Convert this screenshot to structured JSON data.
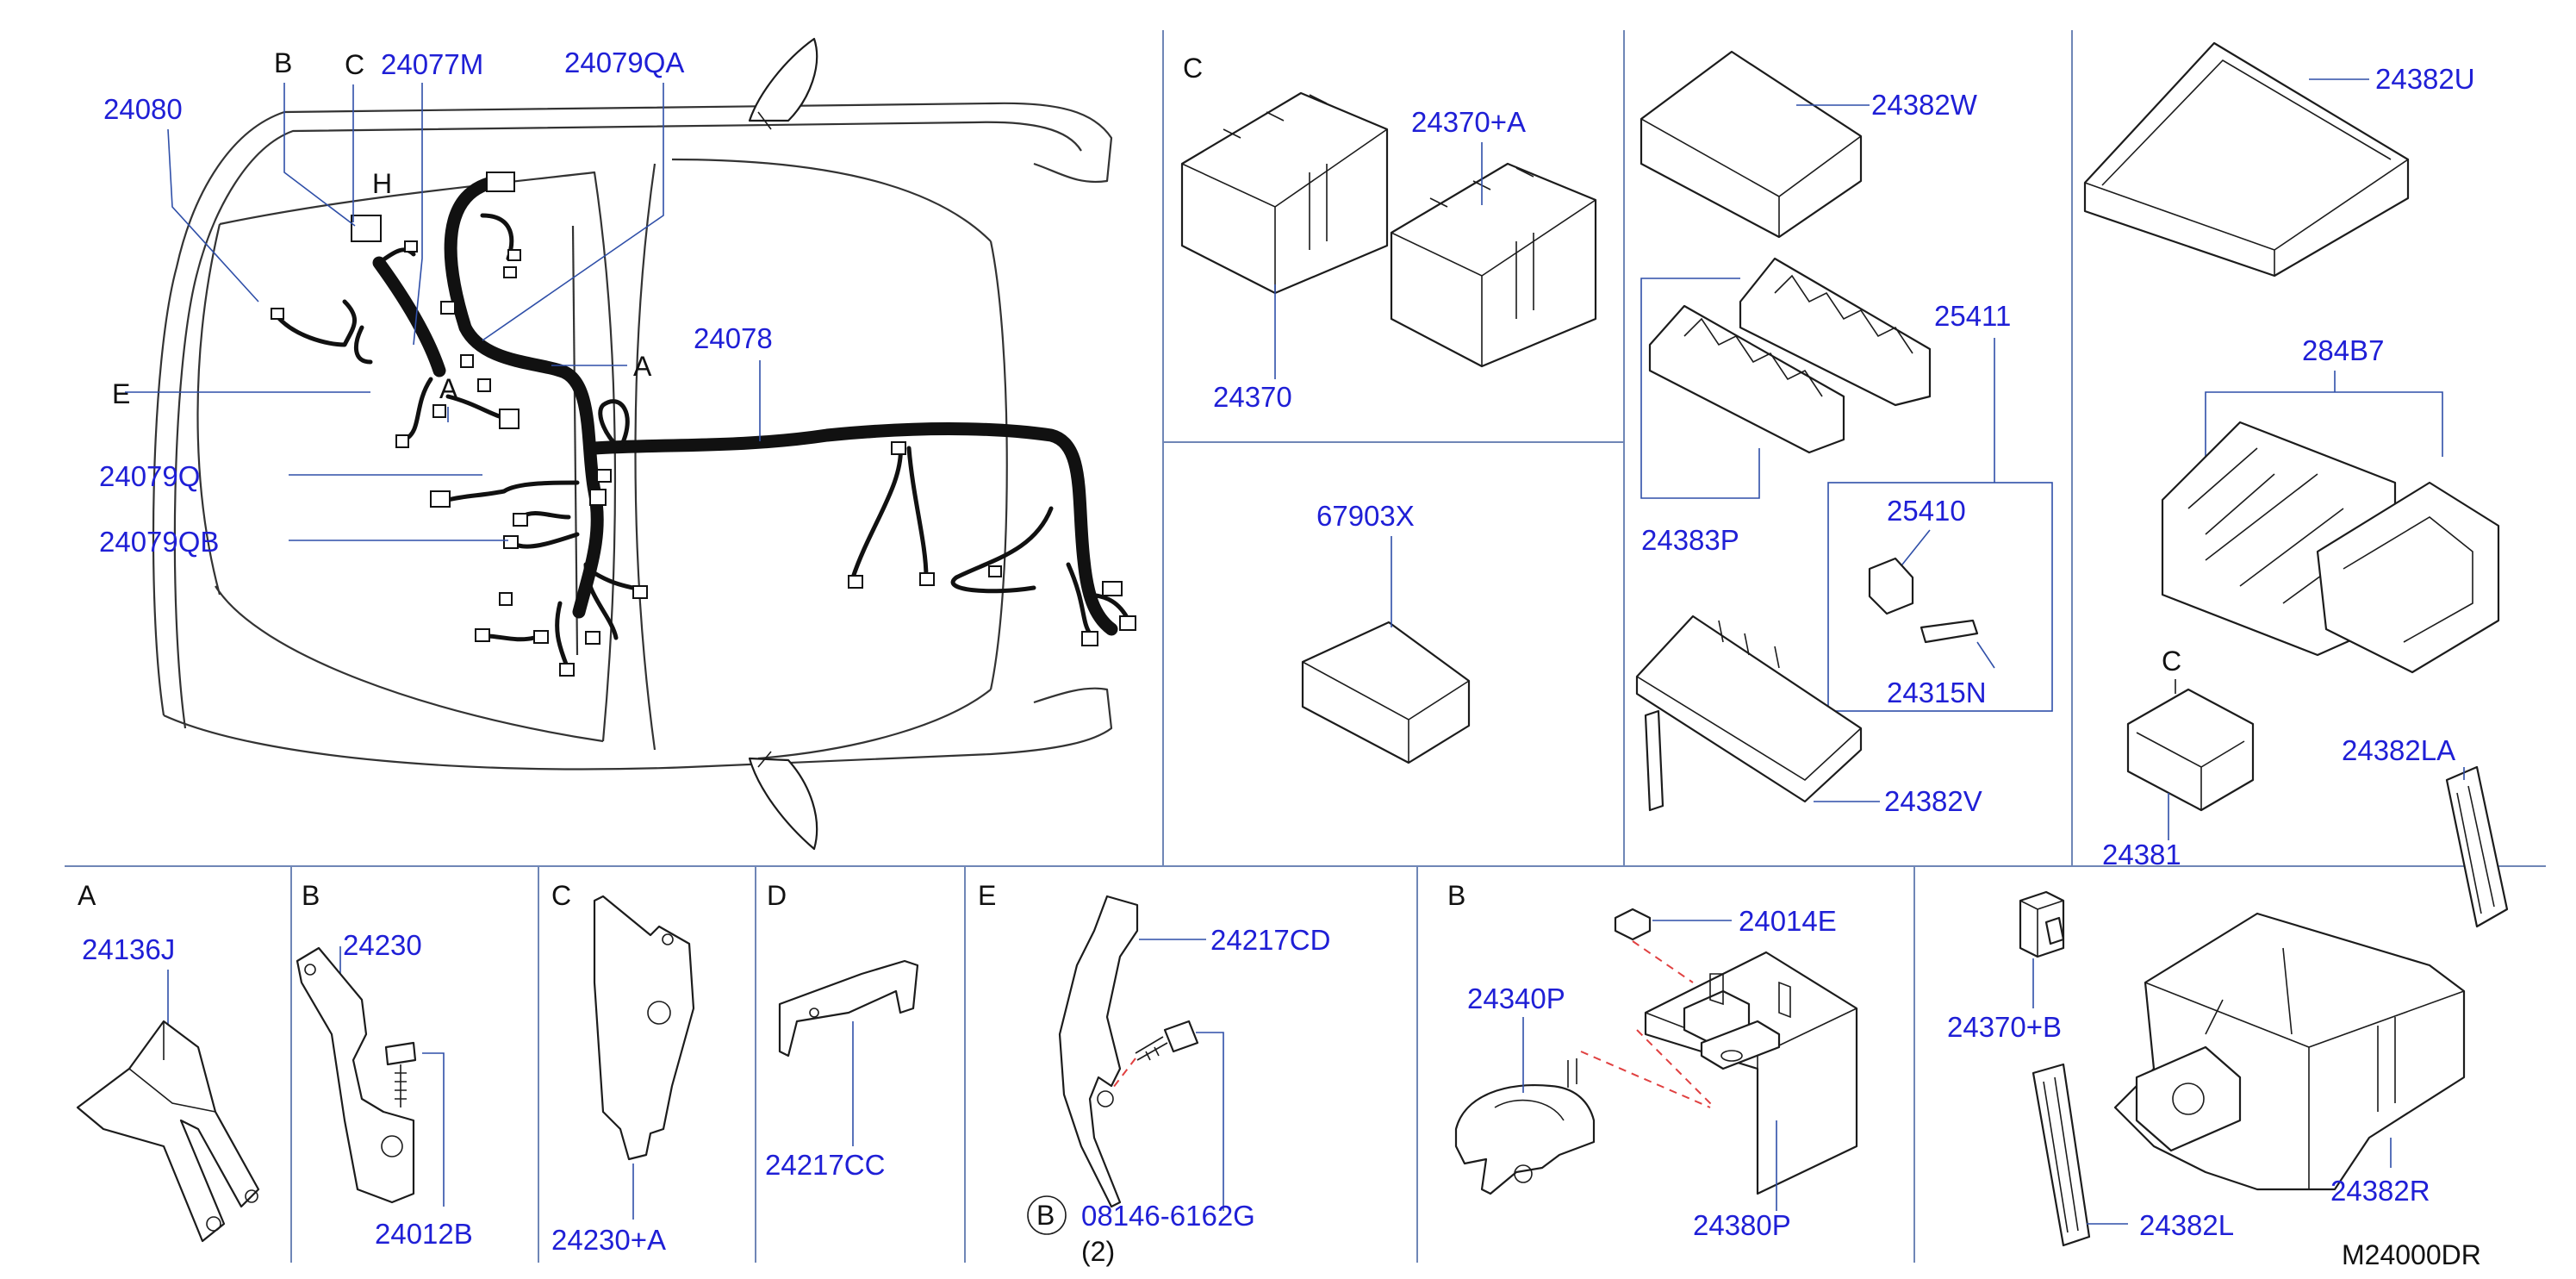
{
  "diagram_code": "M24000DR",
  "section_labels": {
    "fuse_area_c": "C",
    "detail_a": "A",
    "detail_b": "B",
    "detail_c": "C",
    "detail_d": "D",
    "detail_e": "E",
    "detail_b2": "B",
    "relay_c": "C"
  },
  "vehicle_labels": {
    "b": "B",
    "c": "C",
    "h": "H",
    "a_right": "A",
    "a_mid": "A",
    "e": "E"
  },
  "part_numbers": {
    "p24080": "24080",
    "p24077M": "24077M",
    "p24079QA": "24079QA",
    "p24078": "24078",
    "p24079Q": "24079Q",
    "p24079QB": "24079QB",
    "p24370A": "24370+A",
    "p24370": "24370",
    "p67903X": "67903X",
    "p24382W": "24382W",
    "p25411": "25411",
    "p24383P": "24383P",
    "p25410": "25410",
    "p24315N": "24315N",
    "p24382V": "24382V",
    "p24382U": "24382U",
    "p284B7": "284B7",
    "p24381": "24381",
    "p24382LA": "24382LA",
    "p24136J": "24136J",
    "p24230": "24230",
    "p24012B": "24012B",
    "p24230A": "24230+A",
    "p24217CC": "24217CC",
    "p24217CD": "24217CD",
    "p08146": "08146-6162G",
    "p08146_qty": "(2)",
    "p08146_circle": "B",
    "p24014E": "24014E",
    "p24340P": "24340P",
    "p24380P": "24380P",
    "p24370B": "24370+B",
    "p24382R": "24382R",
    "p24382L": "24382L"
  }
}
